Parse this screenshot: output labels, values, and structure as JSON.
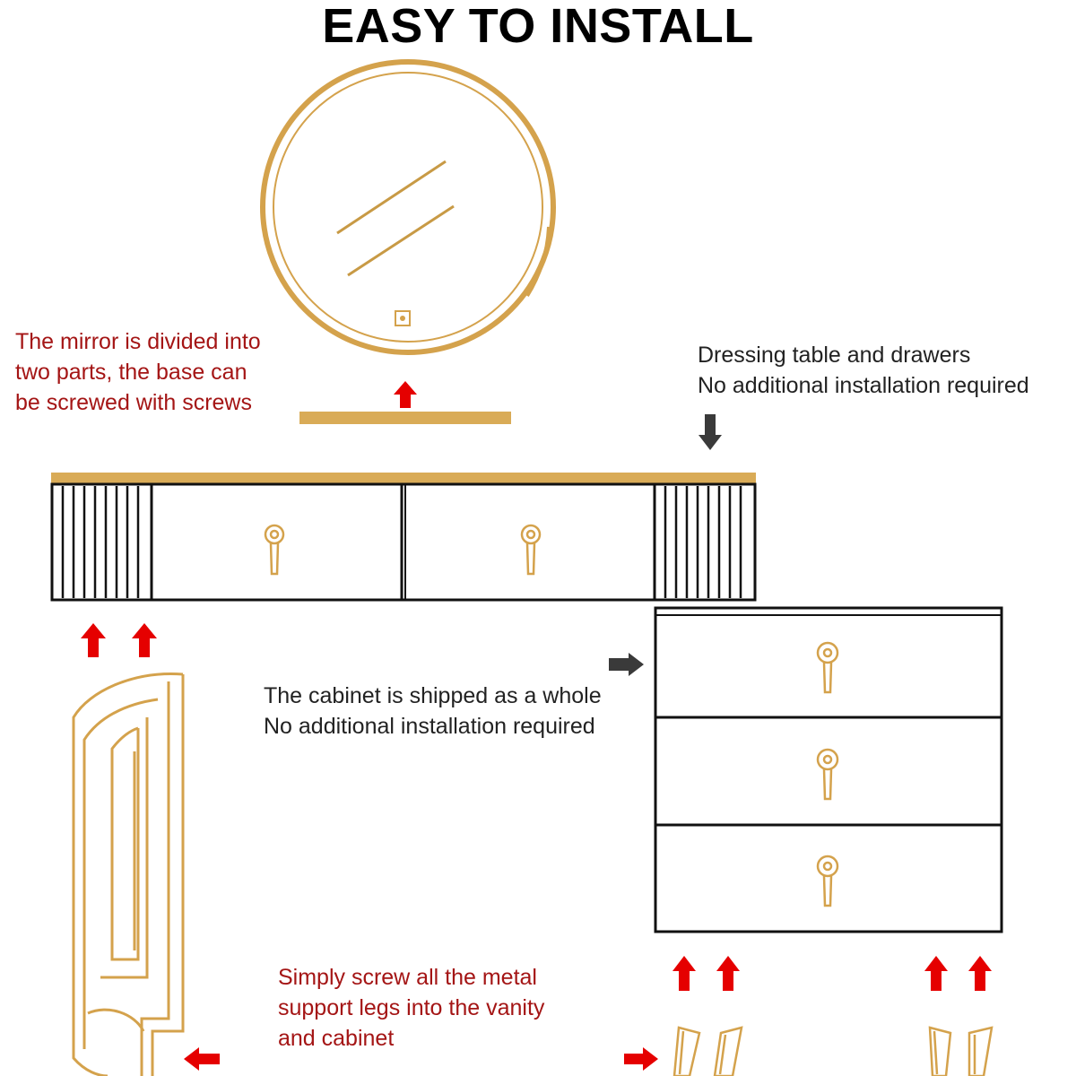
{
  "title": "EASY TO INSTALL",
  "notes": {
    "mirror": [
      "The mirror is divided into",
      "two parts, the base can",
      "be screwed with screws"
    ],
    "dressing_table": [
      "Dressing table and drawers",
      "No additional installation required"
    ],
    "cabinet": [
      "The cabinet is shipped as a whole",
      "No additional installation required"
    ],
    "legs": [
      "Simply screw all the metal",
      "support legs into the vanity",
      "and cabinet"
    ]
  },
  "colors": {
    "gold": "#d4a24c",
    "gold_bar": "#d9ab57",
    "red_arrow": "#e50000",
    "dark_arrow": "#3a3a3a",
    "note_red": "#a41515",
    "outline": "#111111"
  },
  "components": {
    "mirror": {
      "shape": "round",
      "touch_button": true
    },
    "vanity_top": {
      "drawers": 2,
      "handles": 2,
      "fluted_side_panels": 2
    },
    "cabinet": {
      "drawers": 3,
      "handles": 3
    },
    "legs": {
      "side_frame": 1,
      "tapered_legs": 4
    }
  }
}
